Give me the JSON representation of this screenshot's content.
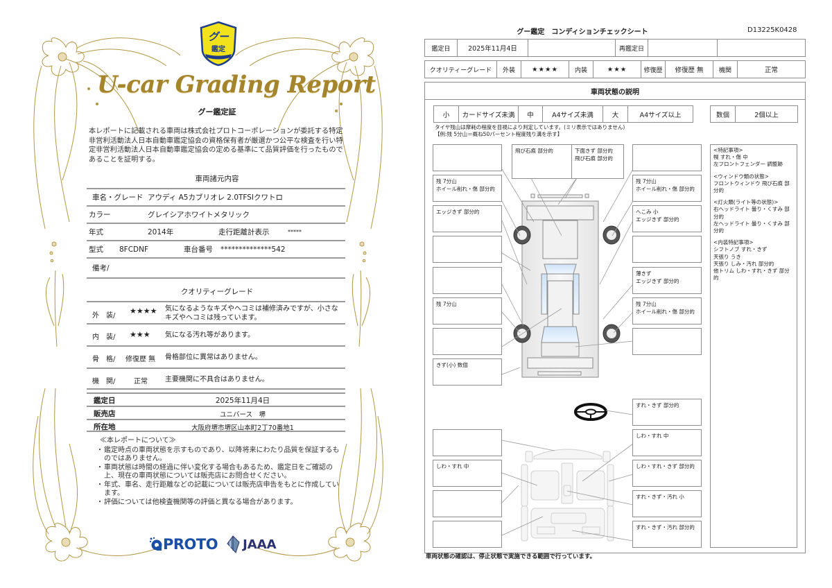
{
  "certificate": {
    "badge": {
      "top_text": "グー",
      "bottom_text": "鑑定"
    },
    "script_title": "U-car Grading Report",
    "heading": "グー鑑定証",
    "intro": "本レポートに記載される車両は株式会社プロトコーポレーションが委託する特定非営利活動法人日本自動車鑑定協会の資格保有者が厳選かつ公平な検査を行い特定非営利活動法人日本自動車鑑定協会の定める基準にて品質評価を行ったものであることを証明する。",
    "spec_title": "車両諸元内容",
    "spec": {
      "name_label": "車名・グレード",
      "name_value": "アウディ A5カブリオレ 2.0TFSIクワトロ",
      "color_label": "カラー",
      "color_value": "グレイシアホワイトメタリック",
      "year_label": "年式",
      "year_value": "2014年",
      "mileage_label": "走行距離計表示",
      "mileage_value": "*****",
      "model_label": "型式",
      "model_value": "8FCDNF",
      "chassis_label": "車台番号",
      "chassis_value": "**************542",
      "remarks_label": "備考/"
    },
    "grade_title": "クオリティーグレード",
    "grades": [
      {
        "label": "外　装/",
        "rating": "★★★★",
        "desc": "気になるようなキズやヘコミは補修済みですが、小さなキズやヘコミは残っています。"
      },
      {
        "label": "内　装/",
        "rating": "★★★",
        "desc": "気になる汚れ等があります。"
      },
      {
        "label": "骨　格/",
        "rating": "修復歴 無",
        "desc": "骨格部位に異常はありません。"
      },
      {
        "label": "機　関/",
        "rating": "正常",
        "desc": "主要機関に不具合はありません。"
      }
    ],
    "shop": {
      "date_label": "鑑定日",
      "date_value": "2025年11月4日",
      "dealer_label": "販売店",
      "dealer_value": "ユニバース　堺",
      "location_label": "所在地",
      "location_value": "大阪府堺市堺区山本町2丁70番地1"
    },
    "notes": {
      "title": "≪本レポートについて≫",
      "items": [
        "鑑定時点の車両状態を示すものであり、以降将来にわたり品質を保証するものではありません。",
        "車両状態は時間の経過に伴い変化する場合もあるため、鑑定日をご確認の上、現在の車両状態については販売店にお問合せください。",
        "年式、車名、走行距離などの記載については販売店申告をもとに作成しています。",
        "評価については他検査機関等の評価と異なる場合があります。"
      ],
      "bullet": "・"
    },
    "logos": {
      "proto": "PROTO",
      "jaaa": "JAAA"
    }
  },
  "check_sheet": {
    "title": "グー鑑定　コンディションチェックシート",
    "doc_id": "D13225K0428",
    "date_row": {
      "label": "鑑定日",
      "value": "2025年11月4日",
      "blank1": "",
      "re_label": "再鑑定日",
      "re_value": "",
      "blank2": ""
    },
    "grade_row": {
      "label": "クオリティーグレード",
      "ext_label": "外装",
      "ext_value": "★★★★",
      "int_label": "内装",
      "int_value": "★★★",
      "repair_label": "修復歴",
      "repair_value": "修復歴 無",
      "engine_label": "機関",
      "engine_value": "正常"
    },
    "state_title": "車両状態の説明",
    "size_legend": [
      {
        "label": "小",
        "value": "カードサイズ未満"
      },
      {
        "label": "中",
        "value": "A4サイズ未満"
      },
      {
        "label": "大",
        "value": "A4サイズ以上"
      }
    ],
    "count_legend": {
      "label": "数個",
      "value": "2個以上"
    },
    "tire_note_1": "タイヤ残山は摩耗の程度を目視により判定しています。(ミリ表示ではありません)",
    "tire_note_2": "【例:残 5分山＝概ね50パーセント程度残り溝を示す】",
    "exterior_boxes": {
      "left_1": "",
      "left_2": "残 7分山\nホイール削れ・傷 部分的",
      "left_3": "エッジきず 部分的",
      "left_4": "",
      "left_5": "",
      "left_6": "残 7分山",
      "left_7": "",
      "left_8": "きず(小) 数個",
      "top_1": "飛び石痕 部分的",
      "top_2": "下面きず 部分的\n飛び石痕 部分的",
      "right_1": "",
      "right_2": "残 7分山\nホイール削れ・傷 部分的",
      "right_3": "へこみ 小\nエッジきず 部分的",
      "right_4": "",
      "right_5": "",
      "right_6": "薄きず\nエッジきず 部分的",
      "right_7": "残 7分山\nホイール削れ・傷 部分的",
      "right_8": ""
    },
    "interior_boxes": {
      "steering": "すれ・きず 部分的",
      "left_1": "",
      "left_2": "しわ・すれ 中",
      "left_3": "",
      "left_4": "",
      "right_1": "しわ・すれ 中",
      "right_2": "しわ・すれ・きず 部分的",
      "right_3": "すれ・きず・汚れ 小",
      "right_4": "すれ・きず・汚れ 部分的"
    },
    "special_notes": [
      {
        "title": "<特記事項>",
        "lines": [
          "幌 すれ・傷 中",
          "左フロントフェンダー 調整跡"
        ]
      },
      {
        "title": "<ウィンドウ類の状態>",
        "lines": [
          "フロントウィンドウ 飛び石痕 部分的"
        ]
      },
      {
        "title": "<灯火類(ライト等の状態)>",
        "lines": [
          "右ヘッドライト 曇り・くすみ 部分的",
          "左ヘッドライト 曇り・くすみ 部分的"
        ]
      },
      {
        "title": "<内装特記事項>",
        "lines": [
          "シフトノブ すれ・きず",
          "天張り うき",
          "天張り しみ・汚れ 部分的",
          "他トリム しわ・すれ・きず 部分的"
        ]
      }
    ],
    "footer_note": "車両状態の確認は、停止状態で実施できる範囲で行っています。"
  },
  "colors": {
    "gold": "#b39645",
    "gold_dark": "#a4852e",
    "badge_yellow": "#f2e21b",
    "badge_blue": "#1e3c8c",
    "proto_blue": "#1b4fa6",
    "jaaa_navy": "#2b3270",
    "border_gray": "#8d8d8d",
    "glass_blue": "#d5e8fa"
  }
}
